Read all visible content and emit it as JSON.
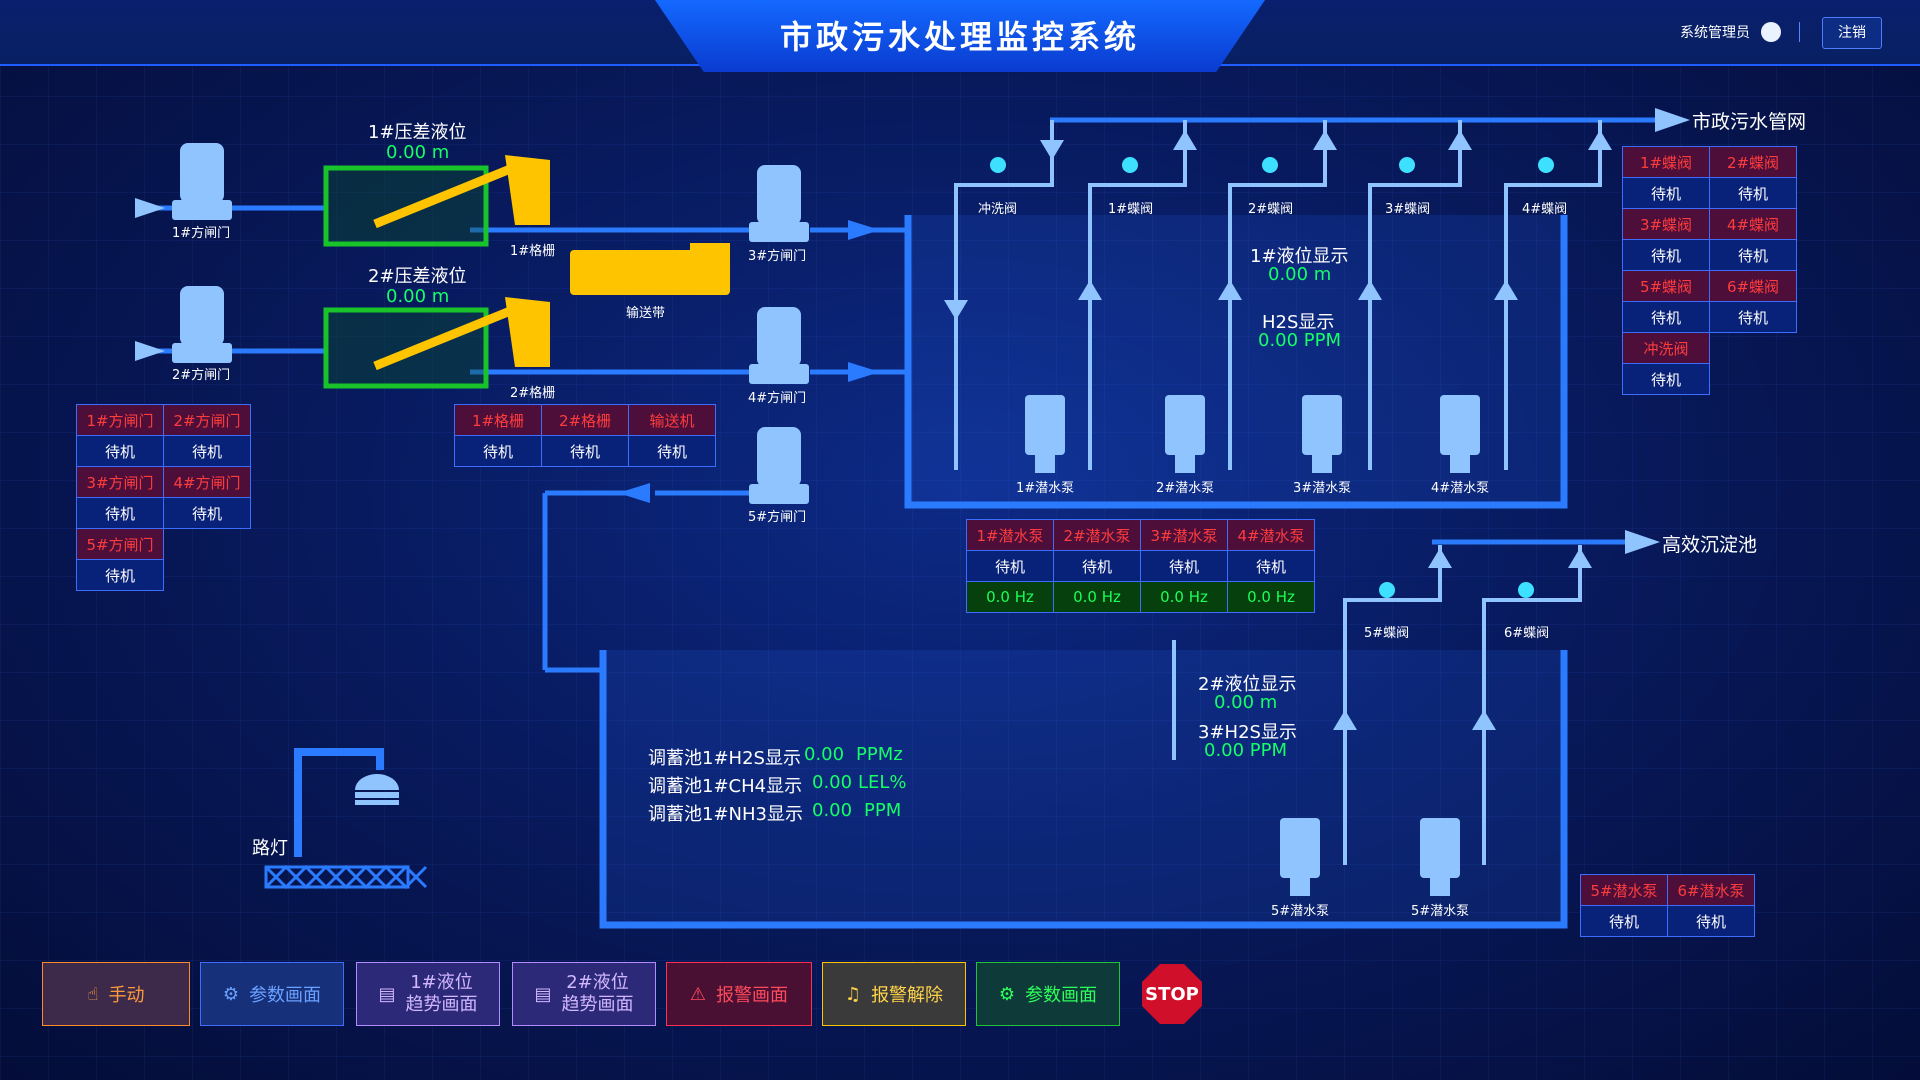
{
  "header": {
    "title": "市政污水处理监控系统",
    "user": "系统管理员",
    "logout": "注销"
  },
  "labels": {
    "gate1": "1#方闸门",
    "gate2": "2#方闸门",
    "gate3": "3#方闸门",
    "gate4": "4#方闸门",
    "gate5": "5#方闸门",
    "grille1": "1#格栅",
    "grille2": "2#格栅",
    "conveyor": "输送带",
    "pd1_title": "1#压差液位",
    "pd1_value": "0.00 m",
    "pd2_title": "2#压差液位",
    "pd2_value": "0.00 m",
    "wash_valve": "冲洗阀",
    "bv1": "1#蝶阀",
    "bv2": "2#蝶阀",
    "bv3": "3#蝶阀",
    "bv4": "4#蝶阀",
    "bv5": "5#蝶阀",
    "bv6": "6#蝶阀",
    "pump1": "1#潜水泵",
    "pump2": "2#潜水泵",
    "pump3": "3#潜水泵",
    "pump4": "4#潜水泵",
    "pump5a": "5#潜水泵",
    "pump5b": "5#潜水泵",
    "level1_title": "1#液位显示",
    "level1_value": "0.00 m",
    "h2s_title": "H2S显示",
    "h2s_value": "0.00 PPM",
    "level2_title": "2#液位显示",
    "level2_value": "0.00 m",
    "h2s3_title": "3#H2S显示",
    "h2s3_value": "0.00 PPM",
    "dest_sewer": "市政污水管网",
    "dest_sediment": "高效沉淀池",
    "streetlamp": "路灯",
    "pool_h2s_label": "调蓄池1#H2S显示",
    "pool_h2s_value": "0.00",
    "pool_h2s_unit": "PPMz",
    "pool_ch4_label": "调蓄池1#CH4显示",
    "pool_ch4_value": "0.00",
    "pool_ch4_unit": "LEL%",
    "pool_nh3_label": "调蓄池1#NH3显示",
    "pool_nh3_value": "0.00",
    "pool_nh3_unit": "PPM"
  },
  "tables": {
    "gates": {
      "h1": "1#方闸门",
      "h2": "2#方闸门",
      "h3": "3#方闸门",
      "h4": "4#方闸门",
      "h5": "5#方闸门",
      "s1": "待机",
      "s2": "待机",
      "s3": "待机",
      "s4": "待机",
      "s5": "待机"
    },
    "grilles": {
      "h1": "1#格栅",
      "h2": "2#格栅",
      "h3": "输送机",
      "s1": "待机",
      "s2": "待机",
      "s3": "待机"
    },
    "valves": {
      "h1": "1#蝶阀",
      "h2": "2#蝶阀",
      "h3": "3#蝶阀",
      "h4": "4#蝶阀",
      "h5": "5#蝶阀",
      "h6": "6#蝶阀",
      "h7": "冲洗阀",
      "s1": "待机",
      "s2": "待机",
      "s3": "待机",
      "s4": "待机",
      "s5": "待机",
      "s6": "待机",
      "s7": "待机"
    },
    "pumps": {
      "h1": "1#潜水泵",
      "h2": "2#潜水泵",
      "h3": "3#潜水泵",
      "h4": "4#潜水泵",
      "s1": "待机",
      "s2": "待机",
      "s3": "待机",
      "s4": "待机",
      "f1": "0.0  Hz",
      "f2": "0.0  Hz",
      "f3": "0.0  Hz",
      "f4": "0.0  Hz"
    },
    "pumps56": {
      "h1": "5#潜水泵",
      "h2": "6#潜水泵",
      "s1": "待机",
      "s2": "待机"
    }
  },
  "buttons": {
    "manual": "手动",
    "params1": "参数画面",
    "level1_trend_a": "1#液位",
    "level1_trend_b": "趋势画面",
    "level2_trend_a": "2#液位",
    "level2_trend_b": "趋势画面",
    "alarm": "报警画面",
    "alarm_clear": "报警解除",
    "params2": "参数画面",
    "stop": "STOP"
  },
  "colors": {
    "pipe": "#2a7bff",
    "pipe_light": "#8fc4ff",
    "accent_yellow": "#ffc400",
    "green_frame": "#19c32a"
  }
}
